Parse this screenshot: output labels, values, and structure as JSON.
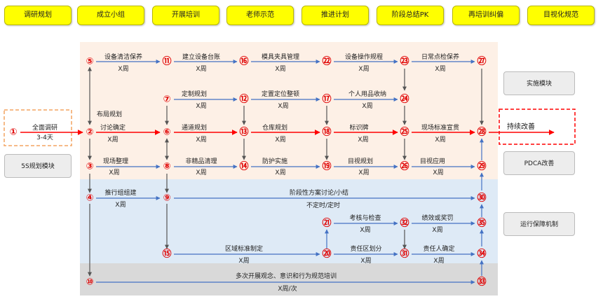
{
  "phases": [
    {
      "id": "p1",
      "label": "调研规划"
    },
    {
      "id": "p2",
      "label": "成立小组"
    },
    {
      "id": "p3",
      "label": "开展培训"
    },
    {
      "id": "p4",
      "label": "老师示范"
    },
    {
      "id": "p5",
      "label": "推进计划"
    },
    {
      "id": "p6",
      "label": "阶段总结PK"
    },
    {
      "id": "p7",
      "label": "再培训纠偏"
    },
    {
      "id": "p8",
      "label": "目视化规范"
    }
  ],
  "side_labels": {
    "module_5s": "5S规划模块",
    "implement": "实施模块",
    "pdca": "PDCA改善",
    "operation": "运行保障机制",
    "continuous": "持续改善"
  },
  "nodes": {
    "n1": "①",
    "n2": "②",
    "n3": "③",
    "n4": "④",
    "n5": "⑤",
    "n6": "⑥",
    "n7": "⑦",
    "n8": "⑧",
    "n9": "⑨",
    "n10": "⑩",
    "n11": "⑪",
    "n12": "⑫",
    "n13": "⑬",
    "n14": "⑭",
    "n15": "⑮",
    "n16": "⑯",
    "n17": "⑰",
    "n18": "⑱",
    "n19": "⑲",
    "n20": "⑳",
    "n21": "㉑",
    "n22": "㉒",
    "n23": "㉓",
    "n24": "㉔",
    "n25": "㉕",
    "n26": "㉖",
    "n27": "㉗",
    "n28": "㉘",
    "n29": "㉙",
    "n30": "㉚",
    "n31": "㉛",
    "n32": "㉜",
    "n33": "㉝",
    "n34": "㉞",
    "n35": "㉟"
  },
  "labels": {
    "survey": "全面调研",
    "survey_dur": "3-4天",
    "equip_clean": "设备清洁保养",
    "layout_plan": "布局规划",
    "discuss_confirm": "讨论确定",
    "site_sort": "现场整理",
    "promo_team": "推行组组建",
    "ledger": "建立设备台账",
    "fixed_plan": "定制规划",
    "aisle_plan": "通道规划",
    "nonessential": "非精品清理",
    "tooling": "模具夹具管理",
    "fixed_pos": "定置定位整顿",
    "warehouse": "仓库规划",
    "protection": "防护实施",
    "op_spec": "设备操作规程",
    "personal_store": "个人用品收纳",
    "signage": "标识牌",
    "visual_plan": "目视规划",
    "daily_check": "日常点检保养",
    "site_standard": "现场标准宣贯",
    "visual_apply": "目视应用",
    "stage_discuss": "阶段性方案讨论/小结",
    "scheduled": "不定时/定时",
    "area_standard": "区域标准制定",
    "assess_check": "考核与检查",
    "perf_reward": "绩效或奖罚",
    "resp_divide": "责任区划分",
    "resp_confirm": "责任人确定",
    "training": "多次开展观念、意识和行为规范培训",
    "x_week": "X周",
    "x_week_times": "X周/次"
  },
  "colors": {
    "phase_fill": "#ffff00",
    "band_peach": "#fdf0e6",
    "band_blue": "#deeaf6",
    "band_gray": "#d9d9d9",
    "node_red": "#e00000",
    "flow_blue": "#4472c4",
    "main_red": "#ff0000",
    "connector_gray": "#666666",
    "dashed_orange": "#f4a460"
  }
}
